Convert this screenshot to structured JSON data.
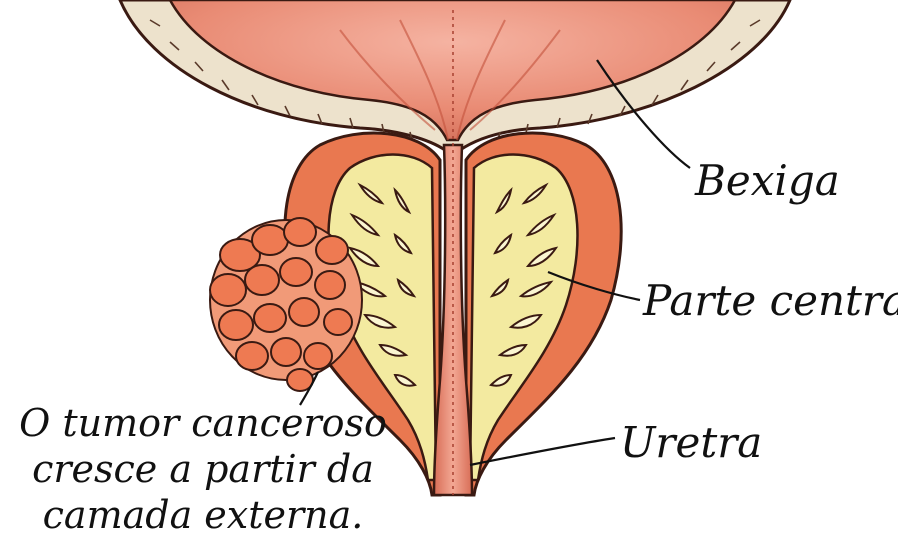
{
  "labels": {
    "bladder": "Bexiga",
    "central_zone": "Parte central",
    "urethra": "Uretra",
    "tumor_line1": "O tumor canceroso",
    "tumor_line2": "cresce a partir da",
    "tumor_line3": "camada externa."
  },
  "colors": {
    "bladder_lining": "#e98b74",
    "bladder_wall": "#ede2cc",
    "outer_layer": "#e97850",
    "central_tissue": "#f3eaa0",
    "urethra": "#eb8f76",
    "tumor": "#ee7a52",
    "outline": "#3a1a12"
  }
}
